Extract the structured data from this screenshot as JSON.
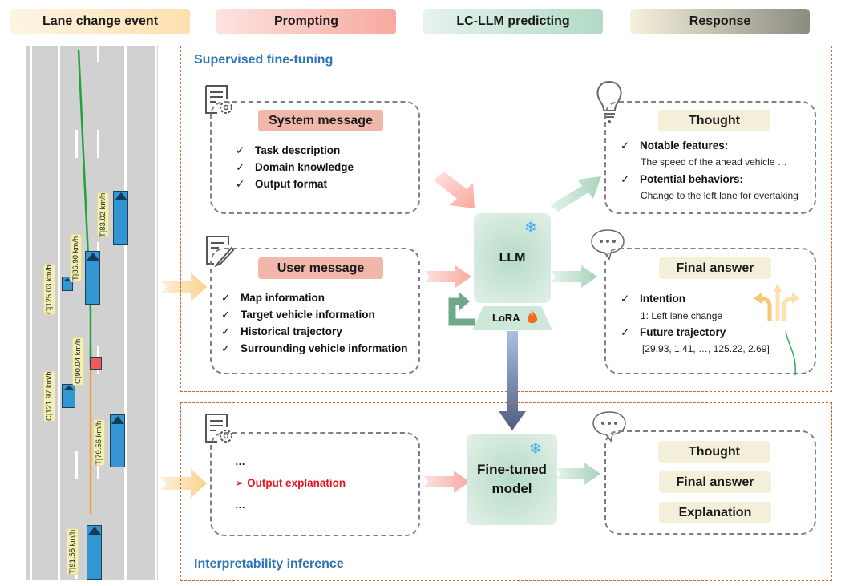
{
  "headers": {
    "lane_change_event": "Lane change event",
    "prompting": "Prompting",
    "lc_llm_predicting": "LC-LLM predicting",
    "response": "Response"
  },
  "road": {
    "vehicles": [
      {
        "label": "T|83.02 km/h",
        "type": "truck"
      },
      {
        "label": "T|86.90 km/h",
        "type": "truck",
        "role": "target"
      },
      {
        "label": "C|125.03 km/h",
        "type": "car"
      },
      {
        "label": "C|90.04 km/h",
        "type": "car",
        "role": "ego-history-end"
      },
      {
        "label": "C|121.97 km/h",
        "type": "car"
      },
      {
        "label": "T|79.56 km/h",
        "type": "truck"
      },
      {
        "label": "T|91.55 km/h",
        "type": "truck"
      }
    ],
    "colors": {
      "future_trajectory": "#1fa33a",
      "history_trajectory": "#f6a03c",
      "target_vehicle": "#f25a5a",
      "vehicle": "#3396d0"
    }
  },
  "sft": {
    "title": "Supervised fine-tuning",
    "system_message": {
      "title": "System message",
      "items": [
        "Task description",
        "Domain knowledge",
        "Output format"
      ]
    },
    "user_message": {
      "title": "User message",
      "items": [
        "Map information",
        "Target vehicle information",
        "Historical trajectory",
        "Surrounding vehicle information"
      ]
    },
    "llm": {
      "label": "LLM",
      "lora_label": "LoRA"
    },
    "thought": {
      "title": "Thought",
      "items": [
        {
          "label": "Notable features:",
          "detail": "The speed of the ahead vehicle …"
        },
        {
          "label": "Potential behaviors:",
          "detail": "Change to the left lane for overtaking"
        }
      ]
    },
    "final_answer": {
      "title": "Final answer",
      "items": [
        {
          "label": "Intention",
          "detail": "1: Left lane change"
        },
        {
          "label": "Future trajectory",
          "detail": "[29.93, 1.41, …, 125.22, 2.69]"
        }
      ]
    }
  },
  "inference": {
    "title": "Interpretability inference",
    "prompt": {
      "ellipsis_top": "…",
      "highlight": "Output explanation",
      "ellipsis_bottom": "…",
      "highlight_color": "#e8141c"
    },
    "model": {
      "label_line1": "Fine-tuned",
      "label_line2": "model"
    },
    "outputs": [
      "Thought",
      "Final answer",
      "Explanation"
    ]
  },
  "check_mark": "✓",
  "arrow_bullet": "➢",
  "colors": {
    "panel_border": "#d4682a",
    "panel_title": "#2e75b6"
  }
}
